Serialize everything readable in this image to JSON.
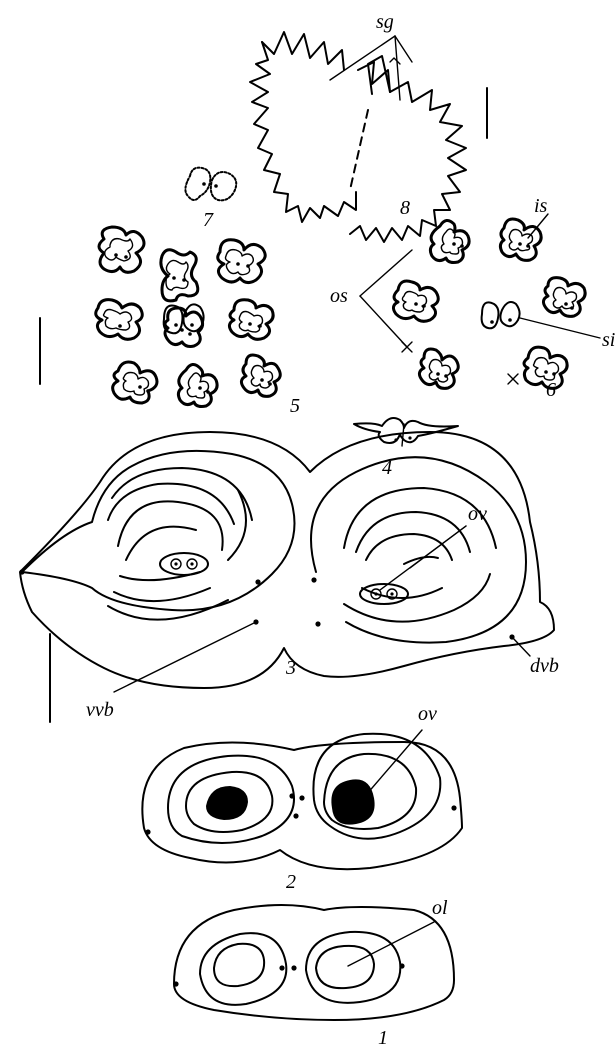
{
  "figure": {
    "labels": {
      "sg": "sg",
      "is": "is",
      "os": "os",
      "si": "si",
      "ov_top": "ov",
      "dvb": "dvb",
      "vvb": "vvb",
      "ov_mid": "ov",
      "ol": "ol"
    },
    "numbers": {
      "n1": "1",
      "n2": "2",
      "n3": "3",
      "n4": "4",
      "n5": "5",
      "n6": "6",
      "n7": "7",
      "n8": "8"
    }
  }
}
